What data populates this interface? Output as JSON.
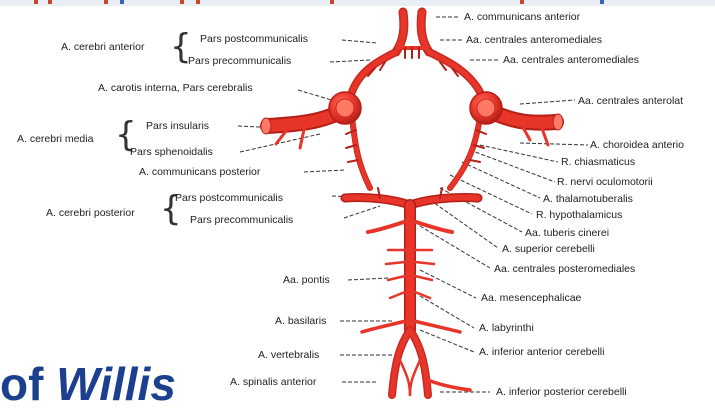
{
  "labels": {
    "communicans_anterior": "A. communicans anterior",
    "centrales_anteromediales_1": "Aa. centrales anteromediales",
    "centrales_anteromediales_2": "Aa. centrales anteromediales",
    "cerebri_anterior": "A. cerebri anterior",
    "aca_postcomm": "Pars postcommunicalis",
    "aca_precomm": "Pars precommunicalis",
    "carotis_interna": "A. carotis interna, Pars cerebralis",
    "centrales_anterolat": "Aa. centrales anterolat",
    "cerebri_media": "A. cerebri media",
    "pars_insularis": "Pars insularis",
    "pars_sphenoidalis": "Pars sphenoidalis",
    "choroidea_anterior": "A. choroidea anterio",
    "chiasmaticus": "R. chiasmaticus",
    "nervi_oculomotorii": "R. nervi oculomotorii",
    "communicans_posterior": "A. communicans posterior",
    "thalamotuberalis": "A. thalamotuberalis",
    "cerebri_posterior": "A. cerebri posterior",
    "pca_postcomm": "Pars postcommunicalis",
    "pca_precomm": "Pars precommunicalis",
    "hypothalamicus": "R. hypothalamicus",
    "tuberis_cinerei": "Aa. tuberis cinerei",
    "superior_cerebelli": "A. superior cerebelli",
    "centrales_posteromediales": "Aa. centrales posteromediales",
    "pontis": "Aa. pontis",
    "mesencephalicae": "Aa. mesencephalicae",
    "basilaris": "A. basilaris",
    "labyrinthi": "A. labyrinthi",
    "vertebralis": "A. vertebralis",
    "inferior_anterior_cerebelli": "A. inferior anterior cerebelli",
    "spinalis_anterior": "A. spinalis anterior",
    "inferior_posterior_cerebelli": "A. inferior posterior cerebelli"
  },
  "overlay_title": {
    "part1": "of ",
    "part2": "Willis"
  },
  "colors": {
    "artery": "#e8352a",
    "artery_dark": "#b61f18",
    "leader": "#333333",
    "title": "#1c3f8f"
  }
}
